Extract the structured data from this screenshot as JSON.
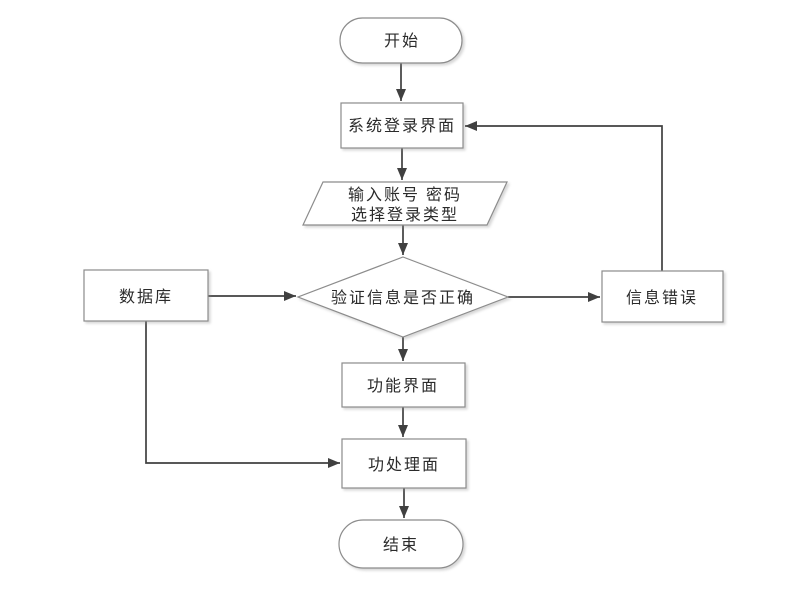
{
  "diagram": {
    "nodes": {
      "start": {
        "label": "开始",
        "shape": "terminator"
      },
      "login": {
        "label": "系统登录界面",
        "shape": "process"
      },
      "input": {
        "line1": "输入账号 密码",
        "line2": "选择登录类型",
        "shape": "io-parallelogram"
      },
      "verify": {
        "label": "验证信息是否正确",
        "shape": "decision"
      },
      "database": {
        "label": "数据库",
        "shape": "process"
      },
      "error": {
        "label": "信息错误",
        "shape": "process"
      },
      "function_ui": {
        "label": "功能界面",
        "shape": "process"
      },
      "handle_ui": {
        "label": "功处理面",
        "shape": "process"
      },
      "end": {
        "label": "结束",
        "shape": "terminator"
      }
    },
    "edges": [
      {
        "from": "start",
        "to": "login"
      },
      {
        "from": "login",
        "to": "input"
      },
      {
        "from": "input",
        "to": "verify"
      },
      {
        "from": "verify",
        "to": "function_ui"
      },
      {
        "from": "function_ui",
        "to": "handle_ui"
      },
      {
        "from": "handle_ui",
        "to": "end"
      },
      {
        "from": "database",
        "to": "verify"
      },
      {
        "from": "verify",
        "to": "error"
      },
      {
        "from": "error",
        "to": "login"
      },
      {
        "from": "database",
        "to": "handle_ui"
      }
    ],
    "colors": {
      "background": "#ffffff",
      "shape_border": "#8c8c8c",
      "shape_fill": "#ffffff",
      "connector": "#404040",
      "text": "#2b2b2b"
    }
  }
}
